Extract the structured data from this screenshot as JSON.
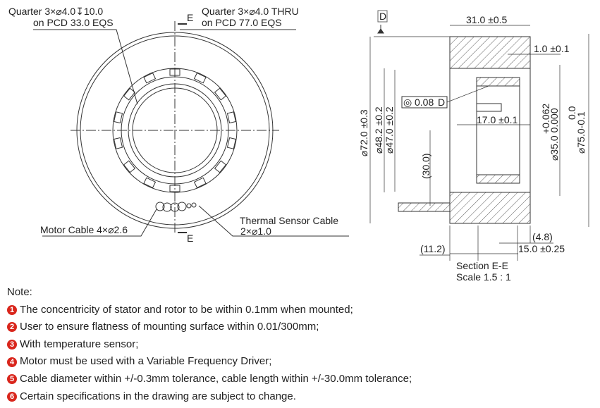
{
  "front_view": {
    "callout_pcd33_line1": "Quarter 3×⌀4.0↧10.0",
    "callout_pcd33_line2": "on PCD 33.0 EQS",
    "callout_pcd77_line1": "Quarter 3×⌀4.0 THRU",
    "callout_pcd77_line2": "on PCD 77.0 EQS",
    "section_mark": "E",
    "motor_cable": "Motor Cable 4×⌀2.6",
    "thermal_line1": "Thermal Sensor Cable",
    "thermal_line2": "2×⌀1.0"
  },
  "section_view": {
    "datum": "D",
    "width_total": "31.0 ±0.5",
    "dim_1_0": "1.0 ±0.1",
    "concentricity_value": "0.08",
    "concentricity_datum": "D",
    "concentricity_symbol": "◎",
    "dim_17": "17.0 ±0.1",
    "dia_72": "⌀72.0 ±0.3",
    "dia_48_2": "⌀48.2 ±0.2",
    "dia_47": "⌀47.0 ±0.2",
    "dim_30": "(30.0)",
    "dia_35_tol": "+0.062",
    "dia_35": "⌀35.0 0.000",
    "dia_75_tol": "0.0",
    "dia_75": "⌀75.0-0.1",
    "dim_4_8": "(4.8)",
    "dim_11_2": "(11.2)",
    "dim_15": "15.0 ±0.25",
    "title": "Section E-E",
    "scale": "Scale 1.5 : 1"
  },
  "notes": {
    "heading": "Note:",
    "items": [
      {
        "n": "1",
        "text": "The concentricity of stator and rotor to be within 0.1mm when mounted;"
      },
      {
        "n": "2",
        "text": "User to ensure flatness of mounting surface within 0.01/300mm;"
      },
      {
        "n": "3",
        "text": "With temperature sensor;"
      },
      {
        "n": "4",
        "text": "Motor must be used with a Variable Frequency Driver;"
      },
      {
        "n": "5",
        "text": "Cable diameter within +/-0.3mm tolerance, cable length within +/-30.0mm tolerance;"
      },
      {
        "n": "6",
        "text": "Certain specifications in the drawing are subject to change."
      }
    ]
  },
  "colors": {
    "note_badge": "#d9261c",
    "line": "#222222"
  }
}
